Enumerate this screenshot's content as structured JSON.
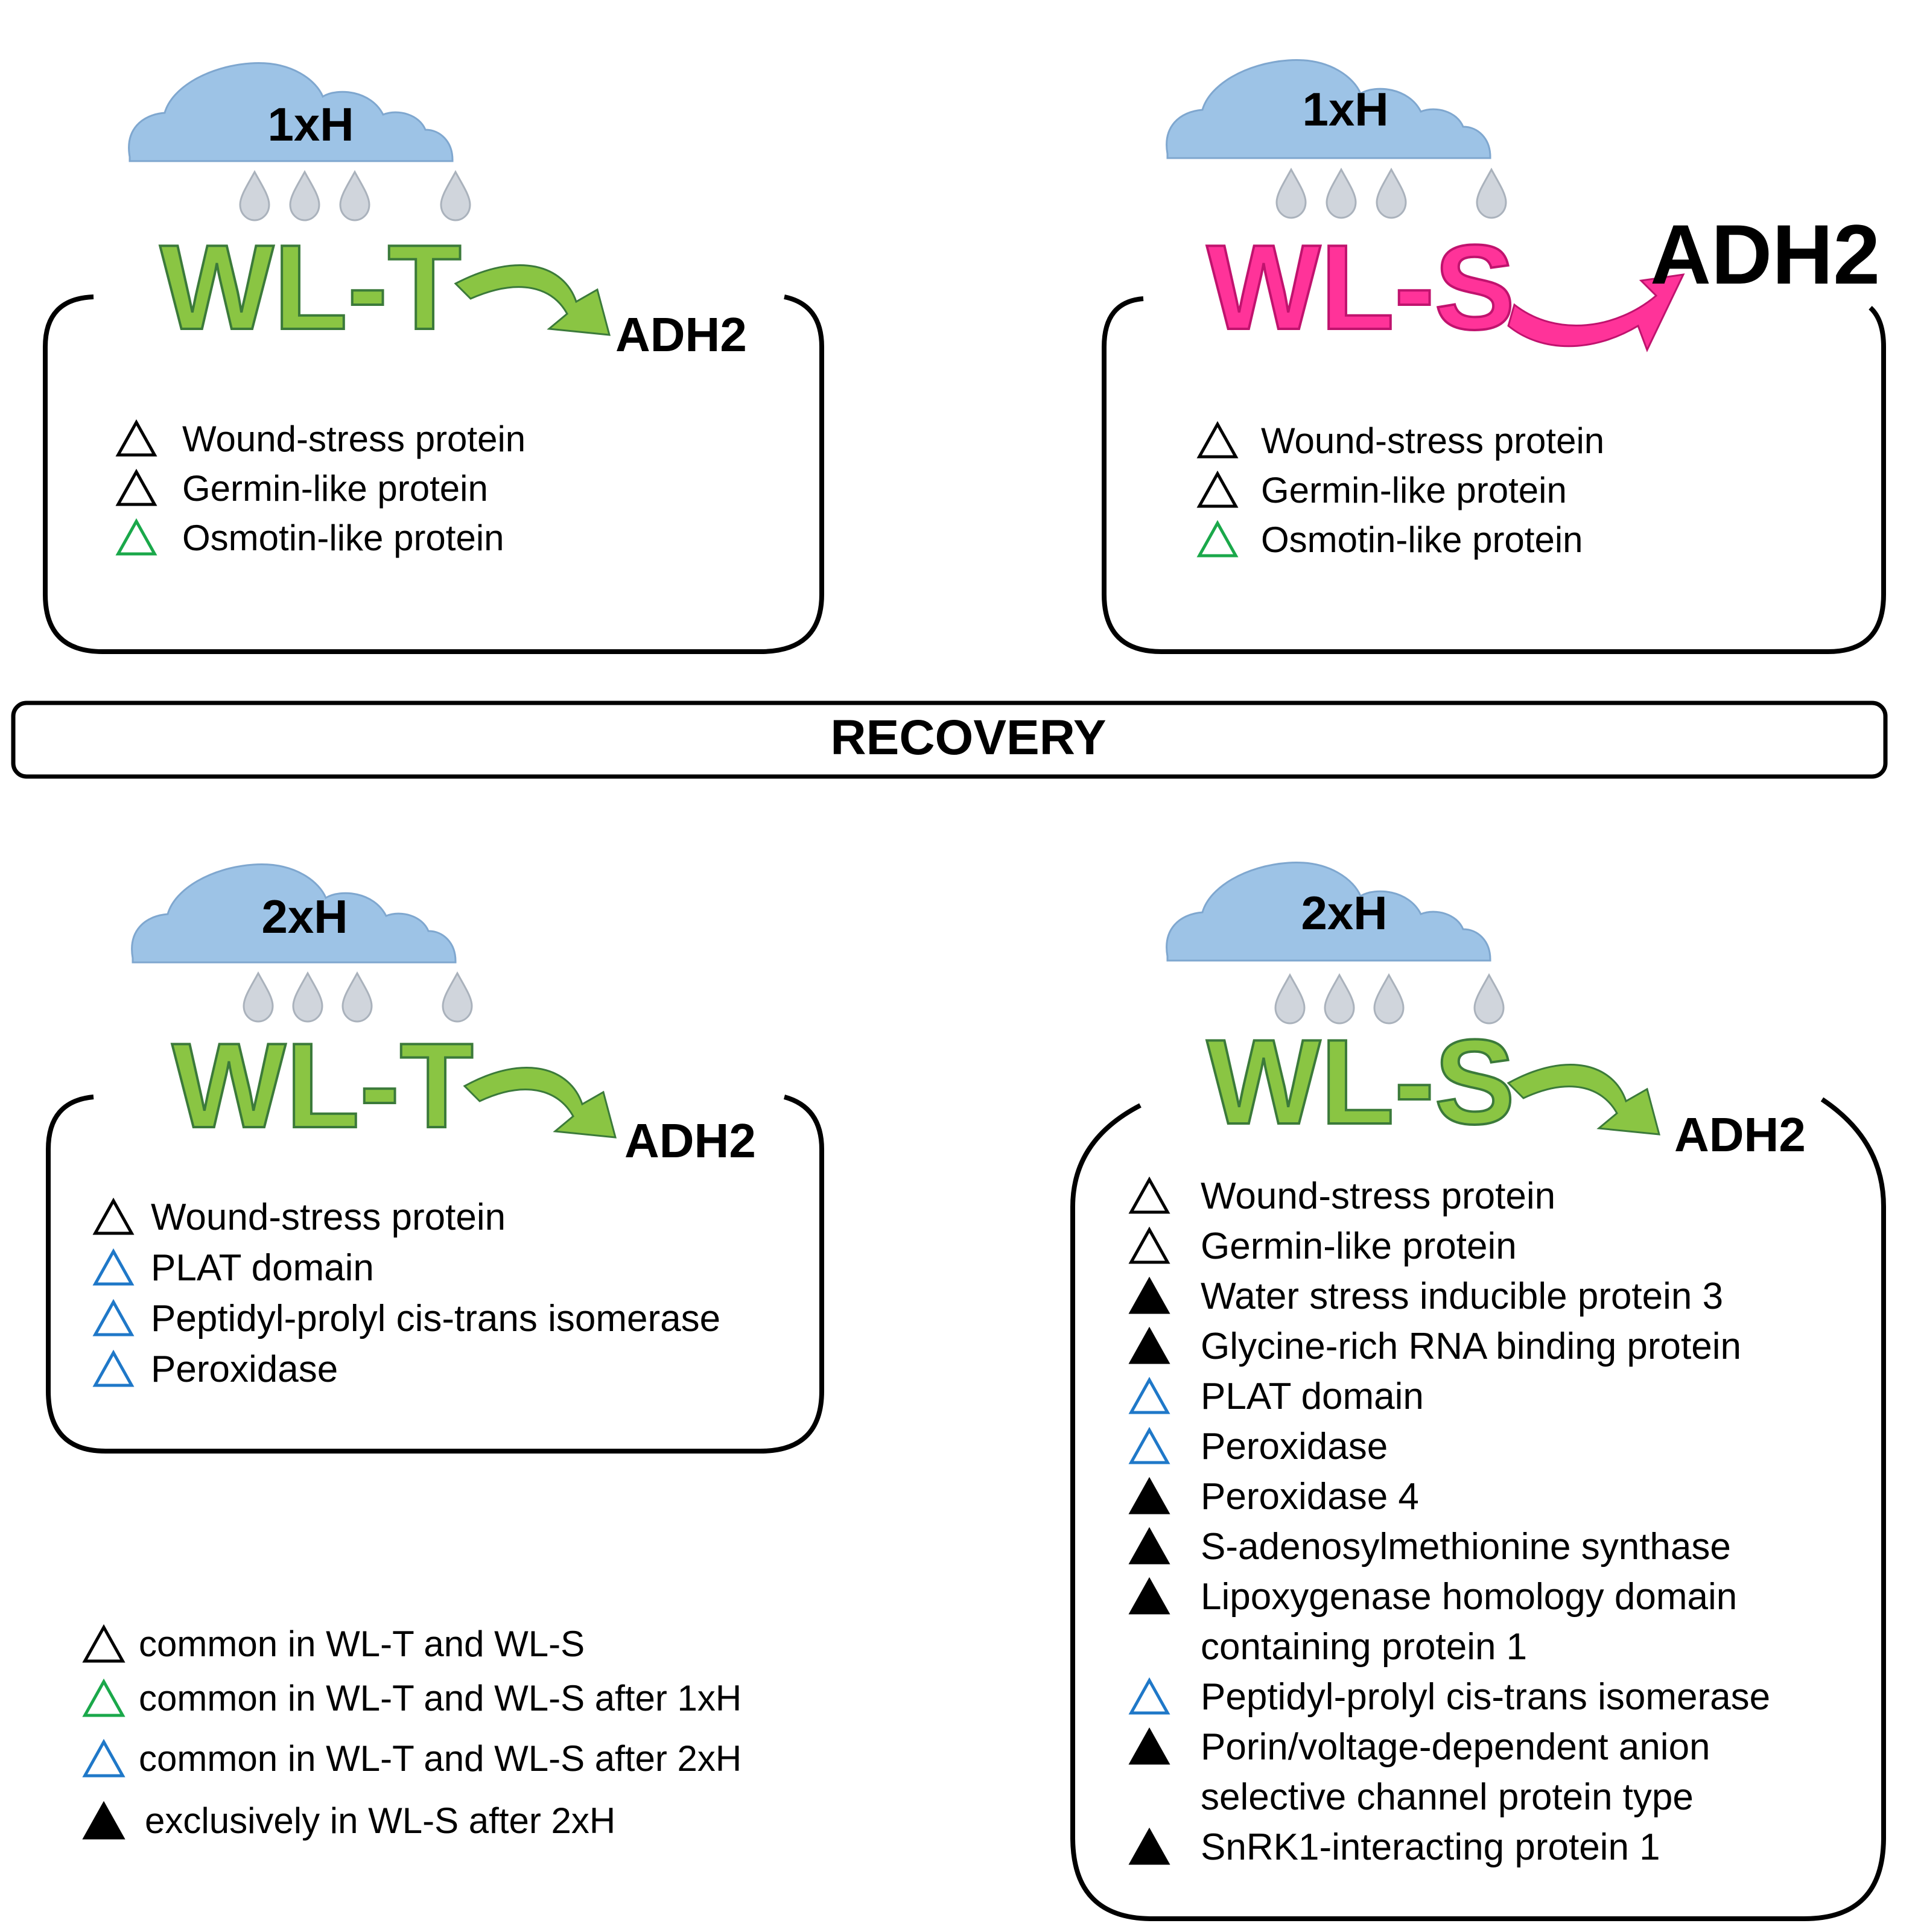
{
  "colors": {
    "cloud": "#9dc3e6",
    "drop": "#d0d5dc",
    "green": "#8ac543",
    "green_dark": "#3b7a3a",
    "pink": "#ff3399",
    "blue_tri": "#1f78c8",
    "green_tri": "#1aa84a",
    "black": "#000000"
  },
  "panels": {
    "tl": {
      "cloud_label": "1xH",
      "genotype": "WL-T",
      "target": "ADH2",
      "items": [
        {
          "marker": "open-black",
          "text": "Wound-stress protein"
        },
        {
          "marker": "open-black",
          "text": "Germin-like  protein"
        },
        {
          "marker": "open-green",
          "text": "Osmotin-like  protein"
        }
      ]
    },
    "tr": {
      "cloud_label": "1xH",
      "genotype": "WL-S",
      "target": "ADH2",
      "items": [
        {
          "marker": "open-black",
          "text": "Wound-stress protein"
        },
        {
          "marker": "open-black",
          "text": "Germin-like  protein"
        },
        {
          "marker": "open-green",
          "text": "Osmotin-like  protein"
        }
      ]
    },
    "bl": {
      "cloud_label": "2xH",
      "genotype": "WL-T",
      "target": "ADH2",
      "items": [
        {
          "marker": "open-black",
          "text": "Wound-stress protein"
        },
        {
          "marker": "open-blue",
          "text": "PLAT  domain"
        },
        {
          "marker": "open-blue",
          "text": "Peptidyl-prolyl  cis-trans isomerase"
        },
        {
          "marker": "open-blue",
          "text": "Peroxidase"
        }
      ]
    },
    "br": {
      "cloud_label": "2xH",
      "genotype": "WL-S",
      "target": "ADH2",
      "items": [
        {
          "marker": "open-black",
          "text": "Wound-stress protein"
        },
        {
          "marker": "open-black",
          "text": "Germin-like  protein"
        },
        {
          "marker": "filled-black",
          "text": "Water stress inducible  protein 3"
        },
        {
          "marker": "filled-black",
          "text": "Glycine-rich  RNA binding  protein"
        },
        {
          "marker": "open-blue",
          "text": "PLAT  domain"
        },
        {
          "marker": "open-blue",
          "text": "Peroxidase"
        },
        {
          "marker": "filled-black",
          "text": "Peroxidase 4"
        },
        {
          "marker": "filled-black",
          "text": "S-adenosylmethionine  synthase"
        },
        {
          "marker": "filled-black",
          "text": "Lipoxygenase homology  domain",
          "text2": "containing protein 1"
        },
        {
          "marker": "open-blue",
          "text": "Peptidyl-prolyl  cis-trans isomerase"
        },
        {
          "marker": "filled-black",
          "text": "Porin/voltage-dependent  anion",
          "text2": "selective channel protein type"
        },
        {
          "marker": "filled-black",
          "text": "SnRK1-interacting  protein 1"
        }
      ]
    }
  },
  "recovery_label": "RECOVERY",
  "legend": [
    {
      "marker": "open-black",
      "text": "common  in WL-T and  WL-S"
    },
    {
      "marker": "open-green",
      "text": "common  in WL-T and  WL-S after 1xH"
    },
    {
      "marker": "open-blue",
      "text": "common  in WL-T and  WL-S after 2xH"
    },
    {
      "marker": "filled-black",
      "text": "exclusively  in WL-S after 2xH"
    }
  ]
}
